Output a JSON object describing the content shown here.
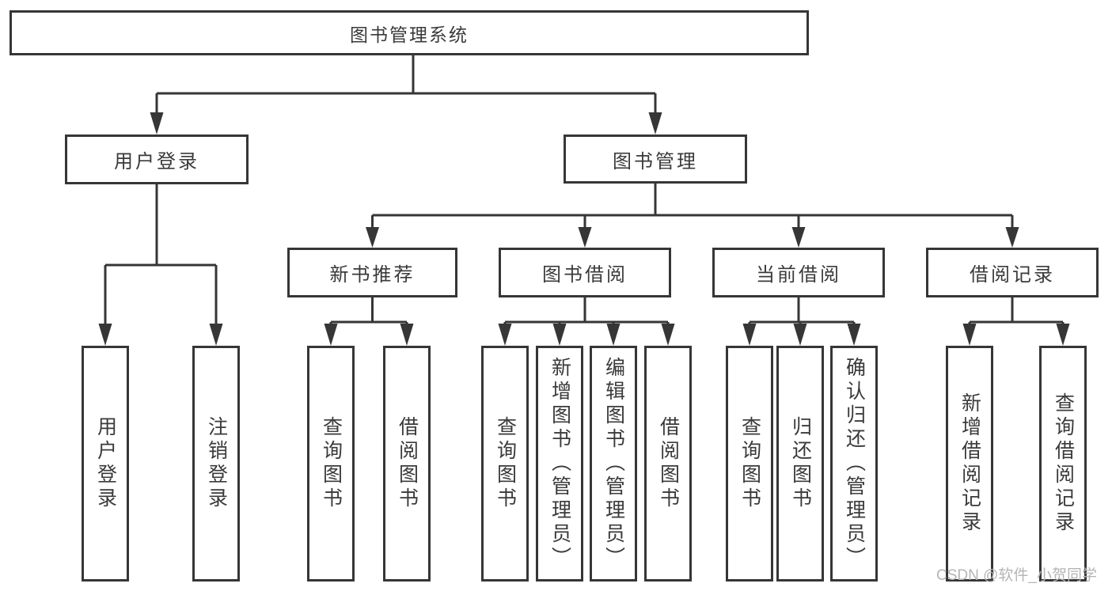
{
  "page": {
    "watermark": "CSDN @软件_小贺同学",
    "colors": {
      "line": "#363636",
      "text": "#3a3a3a",
      "background": "#ffffff",
      "watermark": "#b5b5b5"
    }
  },
  "tree": {
    "root": {
      "label": "图书管理系统"
    },
    "branches": [
      {
        "label": "用户登录",
        "children": [
          {
            "label": "用户登录"
          },
          {
            "label": "注销登录"
          }
        ]
      },
      {
        "label": "图书管理",
        "children": [
          {
            "label": "新书推荐",
            "children": [
              {
                "label": "查询图书"
              },
              {
                "label": "借阅图书"
              }
            ]
          },
          {
            "label": "图书借阅",
            "children": [
              {
                "label": "查询图书"
              },
              {
                "label": "新增图书（管理员）"
              },
              {
                "label": "编辑图书（管理员）"
              },
              {
                "label": "借阅图书"
              }
            ]
          },
          {
            "label": "当前借阅",
            "children": [
              {
                "label": "查询图书"
              },
              {
                "label": "归还图书"
              },
              {
                "label": "确认归还（管理员）"
              }
            ]
          },
          {
            "label": "借阅记录",
            "children": [
              {
                "label": "新增借阅记录"
              },
              {
                "label": "查询借阅记录"
              }
            ]
          }
        ]
      }
    ]
  }
}
